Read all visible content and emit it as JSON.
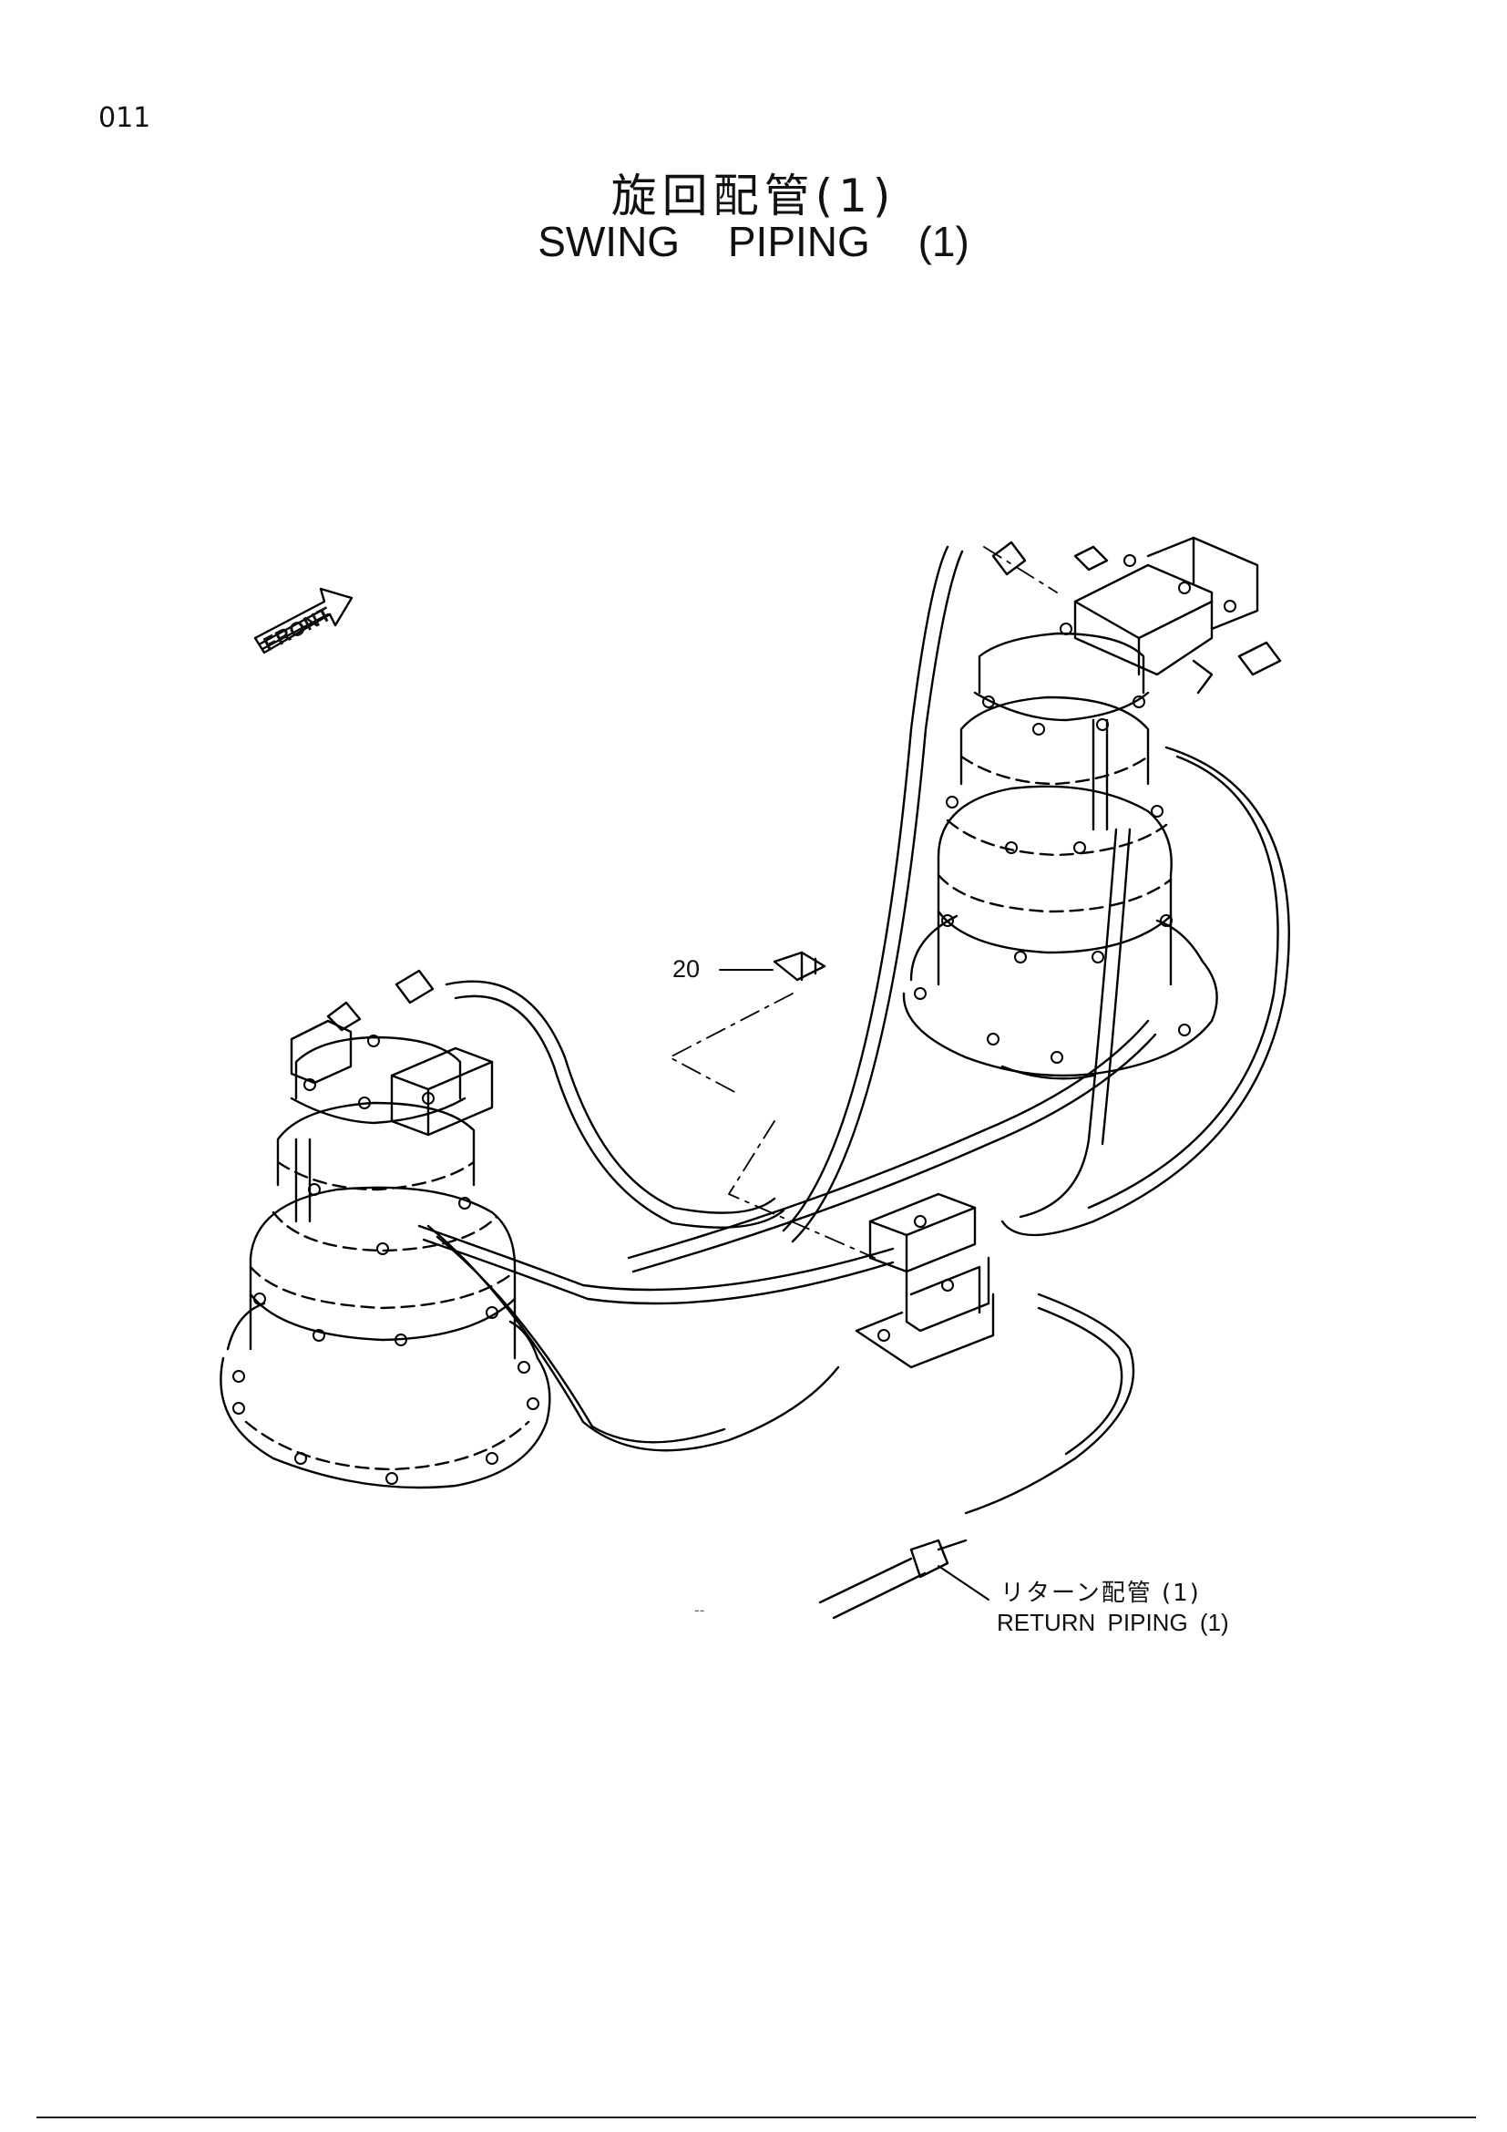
{
  "page_number": "011",
  "title_jp": "旋回配管(1)",
  "title_en": "SWING PIPING (1)",
  "front_label": "FRONT",
  "callouts": [
    {
      "number": "20"
    }
  ],
  "return_piping": {
    "label_jp": "リターン配管 (1)",
    "label_en": "RETURN PIPING (1)"
  },
  "dash_mark": "--",
  "components": [
    {
      "name": "front-arrow-icon"
    },
    {
      "name": "swing-motor-left"
    },
    {
      "name": "swing-motor-right"
    },
    {
      "name": "center-valve-block"
    },
    {
      "name": "return-pipe"
    },
    {
      "name": "fitting-20"
    }
  ]
}
